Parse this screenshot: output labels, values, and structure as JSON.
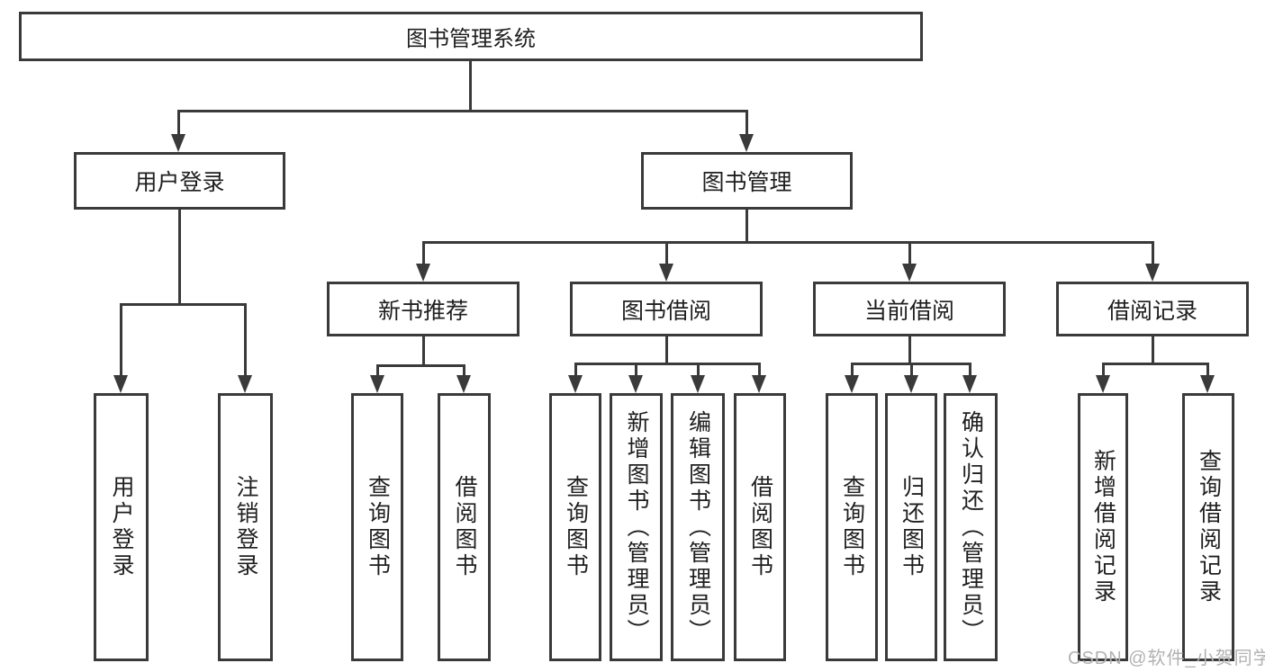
{
  "nodes": {
    "root": "图书管理系统",
    "user_login": "用户登录",
    "book_management": "图书管理",
    "new_book_recommendation": "新书推荐",
    "book_borrowing": "图书借阅",
    "current_borrowing": "当前借阅",
    "borrowing_records": "借阅记录"
  },
  "leaves": {
    "user_login": "用户登录",
    "logout": "注销登录",
    "nb_query_books": "查询图书",
    "nb_borrow_books": "借阅图书",
    "bb_query_books": "查询图书",
    "bb_add_books": "新增图书（管理员）",
    "bb_edit_books": "编辑图书（管理员）",
    "bb_borrow_books": "借阅图书",
    "cb_query_books": "查询图书",
    "cb_return_books": "归还图书",
    "cb_confirm_return": "确认归还（管理员）",
    "br_add_record": "新增借阅记录",
    "br_query_record": "查询借阅记录"
  },
  "watermark": "CSDN @软件_小贺同学",
  "colors": {
    "line": "#3a3a3a",
    "text": "#1f1f1f",
    "watermark": "#b2b2b2",
    "background": "#ffffff"
  }
}
